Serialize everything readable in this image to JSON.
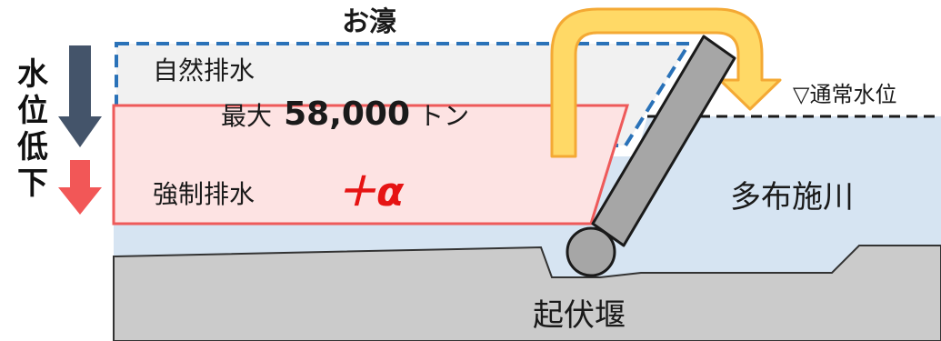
{
  "title": "お濠",
  "side_label": [
    "水",
    "位",
    "低",
    "下"
  ],
  "natural_drainage": {
    "label": "自然排水",
    "max_prefix": "最大",
    "max_value": "58,000",
    "max_unit": "トン"
  },
  "forced_drainage": {
    "label": "強制排水",
    "extra": "＋α"
  },
  "normal_water_level": "▽通常水位",
  "river": "多布施川",
  "weir": "起伏堰",
  "colors": {
    "water": "#d6e4f2",
    "ground": "#cbcbcb",
    "dashed_box": "#2a72b8",
    "natural_fill": "#f1f1f1",
    "forced_fill": "#fde3e3",
    "forced_border": "#ee5a5a",
    "alpha": "#e61414",
    "arrow_yellow": "#ffd966",
    "arrow_orange": "#f4a934",
    "arrow_dark": "#44546a",
    "arrow_red": "#f25757",
    "weir_plate": "#a6a6a6"
  }
}
